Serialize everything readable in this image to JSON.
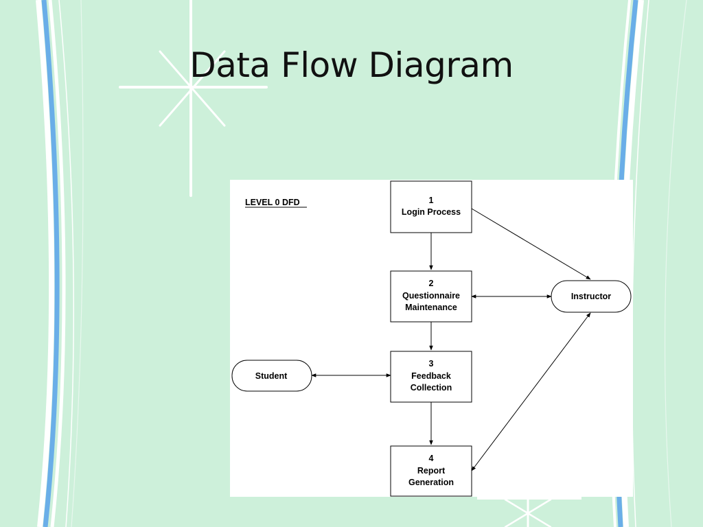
{
  "slide": {
    "title": "Data Flow Diagram"
  },
  "diagram": {
    "label": "LEVEL 0 DFD",
    "processes": [
      {
        "id": "p1",
        "number": "1",
        "name_lines": [
          "Login Process"
        ]
      },
      {
        "id": "p2",
        "number": "2",
        "name_lines": [
          "Questionnaire",
          "Maintenance"
        ]
      },
      {
        "id": "p3",
        "number": "3",
        "name_lines": [
          "Feedback",
          "Collection"
        ]
      },
      {
        "id": "p4",
        "number": "4",
        "name_lines": [
          "Report",
          "Generation"
        ]
      }
    ],
    "entities": [
      {
        "id": "instructor",
        "name": "Instructor"
      },
      {
        "id": "student",
        "name": "Student"
      }
    ],
    "flows": [
      {
        "from": "p1",
        "to": "p2"
      },
      {
        "from": "p2",
        "to": "p3"
      },
      {
        "from": "p3",
        "to": "p4"
      },
      {
        "from": "p1",
        "to": "instructor"
      },
      {
        "from": "p2",
        "to": "instructor"
      },
      {
        "from": "instructor",
        "to": "p2"
      },
      {
        "from": "student",
        "to": "p3"
      },
      {
        "from": "p3",
        "to": "student"
      },
      {
        "from": "instructor",
        "to": "p4"
      },
      {
        "from": "p4",
        "to": "instructor"
      }
    ]
  },
  "colors": {
    "background": "#cdf0da",
    "accent_blue": "#6aaee8",
    "sparkle": "#ffffff",
    "ink": "#000000"
  }
}
